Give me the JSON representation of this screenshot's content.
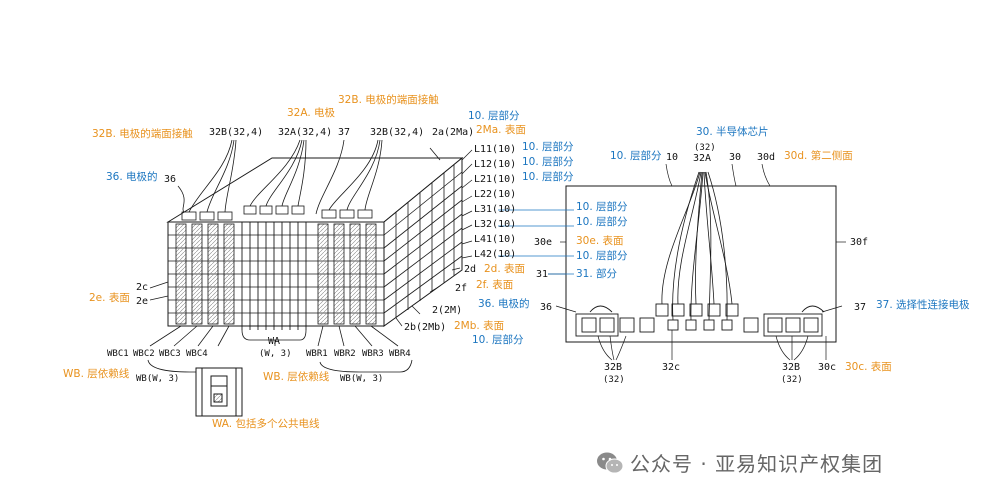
{
  "diagram": {
    "left_figure": {
      "top_labels": [
        "32B. 电极的端面接触",
        "32A. 电极",
        "32B. 电极的端面接触"
      ],
      "refs_top": [
        "32B(32,4)",
        "32A(32,4)",
        "37",
        "32B(32,4)",
        "2a(2Ma)"
      ],
      "layers": [
        "L11(10)",
        "L12(10)",
        "L21(10)",
        "L22(10)",
        "L31(10)",
        "L32(10)",
        "L41(10)",
        "L42(10)"
      ],
      "layer_annotations": [
        "10. 层部分",
        "10. 层部分",
        "10. 层部分",
        "10. 层部分",
        "10. 层部分",
        "10. 层部分",
        "10. 层部分"
      ],
      "surface_2ma": "2Ma. 表面",
      "ref_36": "36",
      "ann_36": "36. 电极的",
      "refs_side": [
        "2c",
        "2e",
        "2d",
        "2f",
        "2(2M)",
        "2b(2Mb)"
      ],
      "ann_2e": "2e. 表面",
      "ann_2d": "2d. 表面",
      "ann_2f": "2f. 表面",
      "ann_36b": "36. 电极的",
      "ann_2mb": "2Mb. 表面",
      "ann_10b": "10. 层部分",
      "wires_left": [
        "WBC1",
        "WBC2",
        "WBC3",
        "WBC4"
      ],
      "wires_right": [
        "WBR1",
        "WBR2",
        "WBR3",
        "WBR4"
      ],
      "wa_ref": "WA",
      "wa_sub": "(W, 3)",
      "wb_left": "WB(W, 3)",
      "wb_right": "WB(W, 3)",
      "ann_wb_left": "WB. 层依赖线",
      "ann_wb_right": "WB. 层依赖线",
      "ann_wa": "WA. 包括多个公共电线"
    },
    "right_figure": {
      "ann_30": "30. 半导体芯片",
      "ann_10": "10. 层部分",
      "refs_top": [
        "10",
        "(32)",
        "32A",
        "30",
        "30d"
      ],
      "ann_30d": "30d. 第二侧面",
      "ref_30e": "30e",
      "ann_30e": "30e. 表面",
      "ref_30f": "30f",
      "ref_31": "31",
      "ann_31": "31. 部分",
      "ref_36": "36",
      "ref_37": "37",
      "ann_37": "37. 选择性连接电极",
      "refs_bottom": [
        "32B",
        "(32)",
        "32c",
        "32B",
        "(32)",
        "30c"
      ],
      "ann_30c": "30c. 表面"
    },
    "colors": {
      "orange": "#e8921e",
      "blue": "#1c76c0",
      "line": "#1a1a1a"
    }
  },
  "watermark": {
    "icon": "wechat-icon",
    "text": "公众号 · 亚易知识产权集团"
  }
}
